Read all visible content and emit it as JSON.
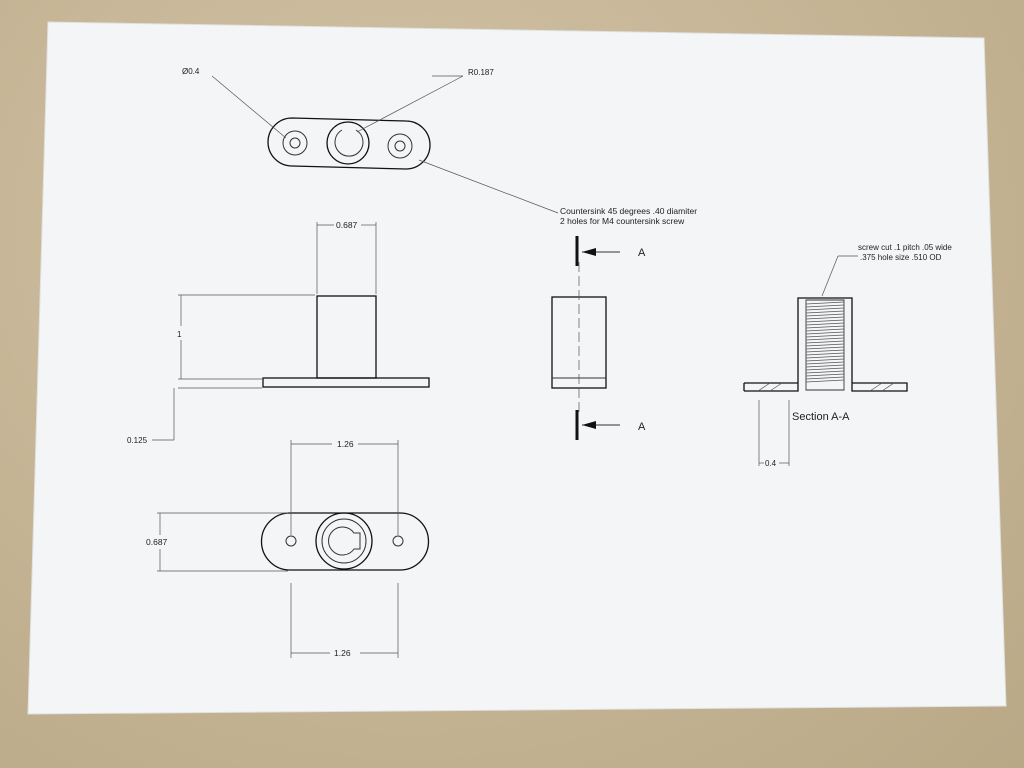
{
  "labels": {
    "dia_04": "Ø0.4",
    "r_0187": "R0.187",
    "countersink_line1": "Countersink 45 degrees .40 diamiter",
    "countersink_line2": "2 holes for M4 countersink screw",
    "dim_0687_top": "0.687",
    "dim_1": "1",
    "dim_0125": "0.125",
    "dim_126_top": "1.26",
    "dim_0687_side": "0.687",
    "dim_126_bottom": "1.26",
    "section_mark_top": "A",
    "section_mark_bottom": "A",
    "screw_line1": "screw cut .1 pitch .05 wide",
    "screw_line2": ".375 hole size .510 OD",
    "section_title": "Section A-A",
    "dim_04_section": "0.4"
  },
  "colors": {
    "paper": "#f4f5f7",
    "desk": "#c9b89a",
    "ink": "#222222"
  }
}
